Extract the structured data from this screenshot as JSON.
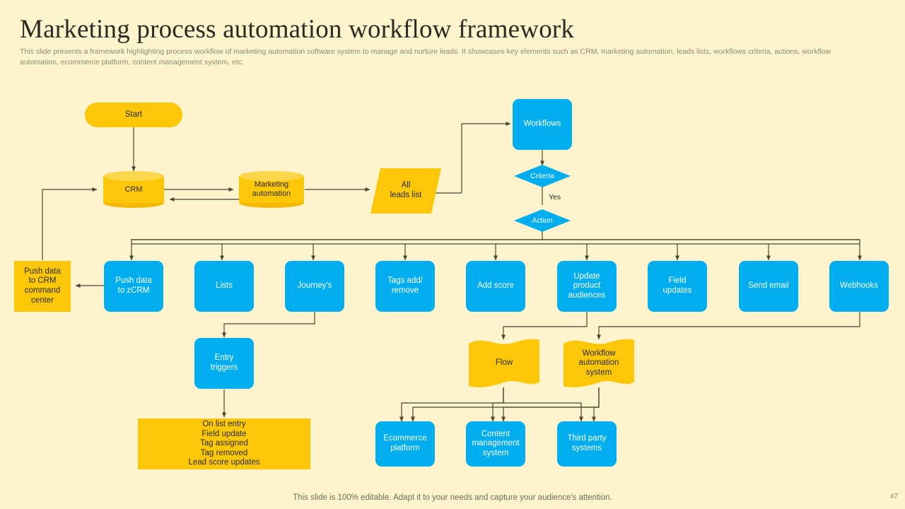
{
  "header": {
    "title": "Marketing process automation workflow framework",
    "subtitle": "This slide presents a framework  highlighting process workflow of marketing automation software system to manage and nurture leads. It showcases key elements such as CRM, marketing automation, leads lists, workflows criteria, actions, workflow automation, ecommerce platform, content management system, etc."
  },
  "footer": {
    "note": "This slide is 100% editable. Adapt it to your needs and capture your audience's attention.",
    "page_number": "47"
  },
  "colors": {
    "background": "#FDF4CE",
    "blue": "#00AEEF",
    "yellow": "#FBC707",
    "yellow_light": "#FDD74B",
    "text_dark": "#2b2b22",
    "text_muted": "#8d8a6e",
    "connector": "#4a452f"
  },
  "diagram": {
    "type": "flowchart",
    "nodes": [
      {
        "id": "start",
        "label": "Start",
        "shape": "stadium",
        "color": "yellow"
      },
      {
        "id": "crm",
        "label": "CRM",
        "shape": "cylinder",
        "color": "yellow"
      },
      {
        "id": "marketing-automation",
        "label": "Marketing\nautomation",
        "shape": "cylinder",
        "color": "yellow"
      },
      {
        "id": "all-leads-list",
        "label": "All\nleads list",
        "shape": "parallelogram",
        "color": "yellow"
      },
      {
        "id": "workflows",
        "label": "Workflows",
        "shape": "rounded-rect",
        "color": "blue"
      },
      {
        "id": "criteria",
        "label": "Criteria",
        "shape": "diamond",
        "color": "blue"
      },
      {
        "id": "action",
        "label": "Action",
        "shape": "diamond",
        "color": "blue"
      },
      {
        "id": "push-data-command-center",
        "label": "Push data\nto CRM\ncommand\ncenter",
        "shape": "rect",
        "color": "yellow"
      },
      {
        "id": "push-data-zcrm",
        "label": "Push data\nto zCRM",
        "shape": "rounded-rect",
        "color": "blue"
      },
      {
        "id": "lists",
        "label": "Lists",
        "shape": "rounded-rect",
        "color": "blue"
      },
      {
        "id": "journeys",
        "label": "Journey's",
        "shape": "rounded-rect",
        "color": "blue"
      },
      {
        "id": "tags-add-remove",
        "label": "Tags add/\nremove",
        "shape": "rounded-rect",
        "color": "blue"
      },
      {
        "id": "add-score",
        "label": "Add score",
        "shape": "rounded-rect",
        "color": "blue"
      },
      {
        "id": "update-product-audiences",
        "label": "Update\nproduct\naudiences",
        "shape": "rounded-rect",
        "color": "blue"
      },
      {
        "id": "field-updates",
        "label": "Field\nupdates",
        "shape": "rounded-rect",
        "color": "blue"
      },
      {
        "id": "send-email",
        "label": "Send email",
        "shape": "rounded-rect",
        "color": "blue"
      },
      {
        "id": "webhooks",
        "label": "Webhooks",
        "shape": "rounded-rect",
        "color": "blue"
      },
      {
        "id": "entry-triggers",
        "label": "Entry\ntriggers",
        "shape": "rounded-rect",
        "color": "blue"
      },
      {
        "id": "trigger-list",
        "label": "On list entry\nField update\nTag assigned\nTag removed\nLead score updates",
        "shape": "rect",
        "color": "yellow"
      },
      {
        "id": "flow",
        "label": "Flow",
        "shape": "banner",
        "color": "yellow"
      },
      {
        "id": "workflow-automation-system",
        "label": "Workflow\nautomation\nsystem",
        "shape": "banner",
        "color": "yellow"
      },
      {
        "id": "ecommerce-platform",
        "label": "Ecommerce\nplatform",
        "shape": "rounded-rect",
        "color": "blue"
      },
      {
        "id": "content-management-system",
        "label": "Content\nmanagement\nsystem",
        "shape": "rounded-rect",
        "color": "blue"
      },
      {
        "id": "third-party-systems",
        "label": "Third party\nsystems",
        "shape": "rounded-rect",
        "color": "blue"
      }
    ],
    "edge_labels": [
      {
        "id": "criteria-yes",
        "label": "Yes"
      }
    ]
  }
}
